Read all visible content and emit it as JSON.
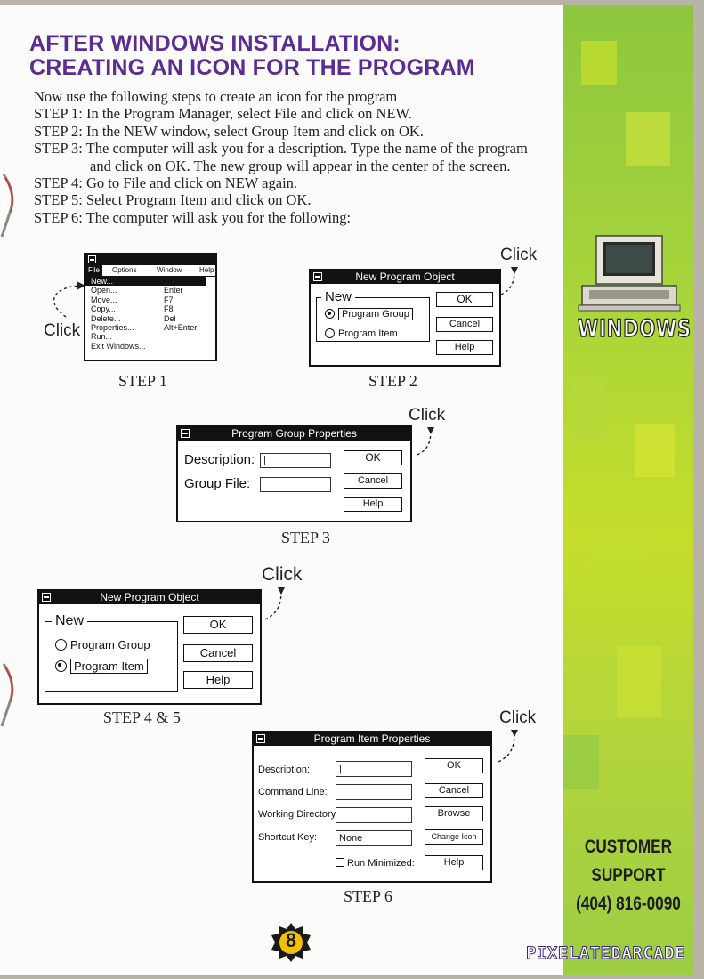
{
  "header": {
    "title_line1": "AFTER WINDOWS INSTALLATION:",
    "title_line2": "CREATING AN ICON FOR THE PROGRAM"
  },
  "intro": {
    "line0": "Now use the following steps to create an icon for the program",
    "step1": "STEP 1: In the Program Manager, select File and click on NEW.",
    "step2": "STEP 2: In the NEW window, select Group Item and click on OK.",
    "step3a": "STEP 3: The computer will ask you for a description. Type the name of the program",
    "step3b": "and click on OK. The new group will appear in the center of the screen.",
    "step4": "STEP 4: Go to File and click on NEW again.",
    "step5": "STEP 5: Select Program Item and click on OK.",
    "step6": "STEP 6: The computer will ask you for the following:"
  },
  "click_label": "Click",
  "step1": {
    "caption": "STEP 1",
    "menu_bar": [
      "File",
      "Options",
      "Window",
      "Help"
    ],
    "items": [
      {
        "label": "New...",
        "shortcut": ""
      },
      {
        "label": "Open...",
        "shortcut": "Enter"
      },
      {
        "label": "Move...",
        "shortcut": "F7"
      },
      {
        "label": "Copy...",
        "shortcut": "F8"
      },
      {
        "label": "Delete...",
        "shortcut": "Del"
      },
      {
        "label": "Properties...",
        "shortcut": "Alt+Enter"
      },
      {
        "label": "Run...",
        "shortcut": ""
      },
      {
        "label": "Exit Windows...",
        "shortcut": ""
      }
    ]
  },
  "step2": {
    "caption": "STEP 2",
    "title": "New Program Object",
    "group": "New",
    "opt1": "Program Group",
    "opt2": "Program Item",
    "ok": "OK",
    "cancel": "Cancel",
    "help": "Help"
  },
  "step3": {
    "caption": "STEP 3",
    "title": "Program Group Properties",
    "desc_label": "Description:",
    "file_label": "Group File:",
    "desc_value": "|",
    "ok": "OK",
    "cancel": "Cancel",
    "help": "Help"
  },
  "step45": {
    "caption": "STEP 4 & 5",
    "title": "New Program Object",
    "group": "New",
    "opt1": "Program Group",
    "opt2": "Program Item",
    "ok": "OK",
    "cancel": "Cancel",
    "help": "Help"
  },
  "step6": {
    "caption": "STEP 6",
    "title": "Program  Item  Properties",
    "desc_label": "Description:",
    "cmd_label": "Command Line:",
    "dir_label": "Working Directory:",
    "key_label": "Shortcut Key:",
    "desc_value": "|",
    "key_value": "None",
    "run_min": "Run Minimized:",
    "ok": "OK",
    "cancel": "Cancel",
    "browse": "Browse",
    "change_icon": "Change Icon",
    "help": "Help"
  },
  "sidebar": {
    "windows_label": "WINDOWS",
    "support_line1": "CUSTOMER",
    "support_line2": "SUPPORT",
    "support_phone": "(404) 816-0090"
  },
  "page_number": "8",
  "watermark": "PIXELATEDARCADE",
  "colors": {
    "title": "#5b2c91",
    "sidebar": "#a8d53a",
    "page_badge": "#f2c200"
  }
}
